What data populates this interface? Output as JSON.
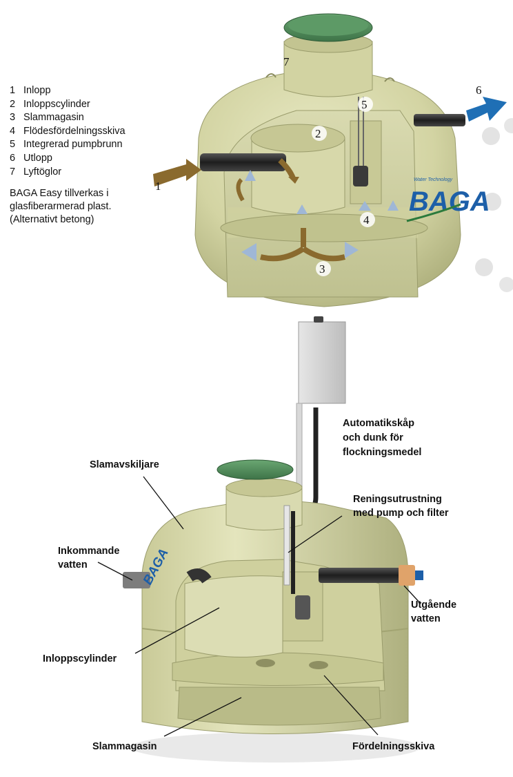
{
  "legend": {
    "items": [
      {
        "num": "1",
        "text": "Inlopp"
      },
      {
        "num": "2",
        "text": "Inloppscylinder"
      },
      {
        "num": "3",
        "text": "Slammagasin"
      },
      {
        "num": "4",
        "text": "Flödesfördelningsskiva"
      },
      {
        "num": "5",
        "text": "Integrerad pumpbrunn"
      },
      {
        "num": "6",
        "text": "Utlopp"
      },
      {
        "num": "7",
        "text": "Lyftöglor"
      }
    ],
    "note_lines": [
      "BAGA Easy tillverkas i",
      "glasfiberarmerad plast.",
      "(Alternativt betong)"
    ]
  },
  "top_diagram": {
    "markers": [
      "1",
      "2",
      "3",
      "4",
      "5",
      "6",
      "7"
    ],
    "brand": "BAGA",
    "brand_tagline": "Water Technology"
  },
  "bottom_diagram": {
    "brand": "BAGA",
    "labels": {
      "automatic_cabinet": [
        "Automatikskåp",
        "och dunk för",
        "flockningsmedel"
      ],
      "sludge_separator": "Slamavskiljare",
      "cleaning_equipment": [
        "Reningsutrustning",
        "med pump och filter"
      ],
      "incoming_water": [
        "Inkommande",
        "vatten"
      ],
      "outgoing_water": [
        "Utgående",
        "vatten"
      ],
      "inlet_cylinder": "Inloppscylinder",
      "sludge_magazine": "Slammagasin",
      "distribution_disc": "Fördelningsskiva"
    }
  },
  "colors": {
    "tank_body": "#d7d8aa",
    "tank_shadow": "#b5b885",
    "tank_inner": "#c9cb99",
    "lid_green": "#4f8a5a",
    "flow_arrow": "#8a6a2e",
    "outlet_arrow": "#1f6fb5",
    "water_arrow": "#9fb7d6",
    "dots": "#e3e3e3"
  }
}
